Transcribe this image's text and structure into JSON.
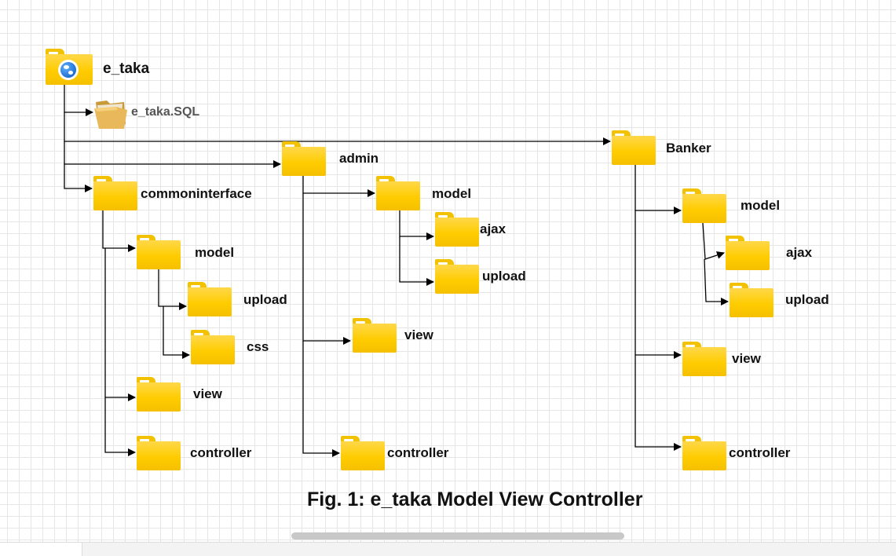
{
  "diagram": {
    "root": {
      "label": "e_taka",
      "icon": "globe-folder-icon"
    },
    "sql_file": {
      "label": "e_taka.SQL",
      "icon": "sql-folder-icon"
    },
    "commoninterface": {
      "label": "commoninterface",
      "model": {
        "label": "model",
        "children": [
          "upload",
          "css"
        ]
      },
      "view": "view",
      "controller": "controller"
    },
    "admin": {
      "label": "admin",
      "model": {
        "label": "model",
        "children": [
          "ajax",
          "upload"
        ]
      },
      "view": "view",
      "controller": "controller"
    },
    "banker": {
      "label": "Banker",
      "model": {
        "label": "model",
        "children": [
          "ajax",
          "upload"
        ]
      },
      "view": "view",
      "controller": "controller"
    },
    "caption": "Fig. 1: e_taka Model View Controller"
  },
  "colors": {
    "folder": "#ffcc00",
    "folder_tab": "#f2c200",
    "connector": "#000000",
    "grid": "#e6e6e6"
  }
}
